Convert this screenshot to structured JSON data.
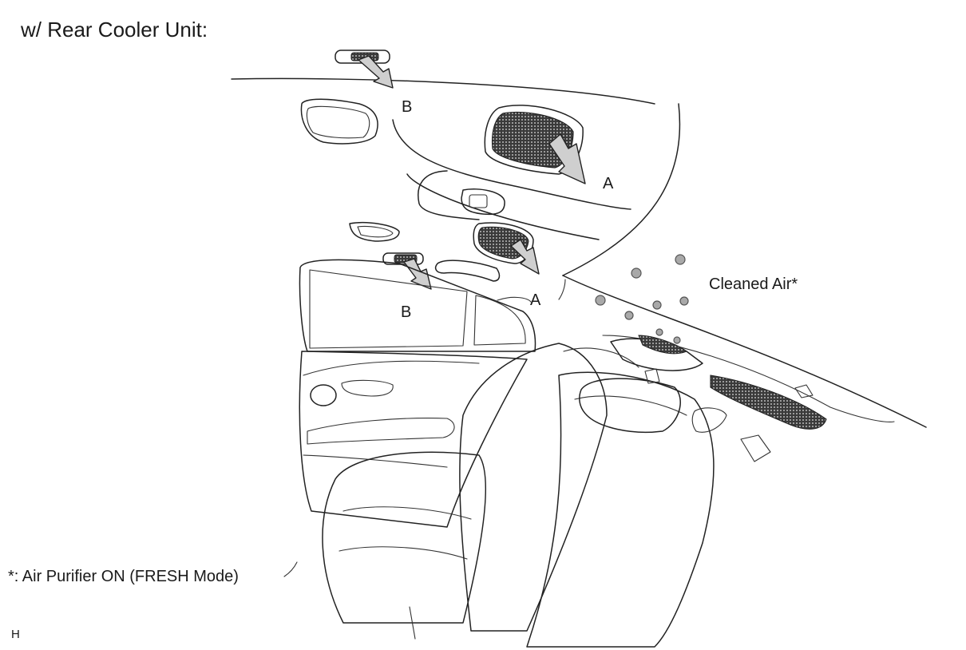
{
  "diagram": {
    "title": "w/ Rear Cooler Unit:",
    "labels": {
      "a_upper": "A",
      "a_lower": "A",
      "b_upper": "B",
      "b_lower": "B",
      "cleaned_air": "Cleaned Air*"
    },
    "footnote": "*: Air Purifier ON (FRESH Mode)",
    "code": "H"
  }
}
